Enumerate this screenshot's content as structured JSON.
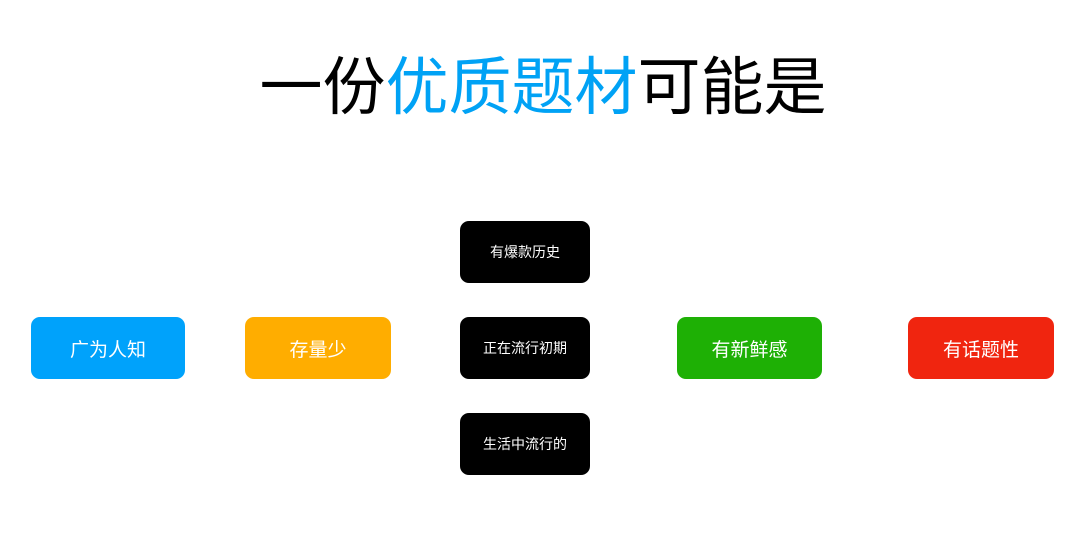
{
  "title": {
    "prefix": "一份",
    "highlight": "优质题材",
    "suffix": "可能是",
    "highlight_color": "#00a2f5"
  },
  "boxes": [
    {
      "label": "广为人知",
      "color": "#00a2fb"
    },
    {
      "label": "存量少",
      "color": "#ffad00"
    },
    {
      "label": "有爆款历史",
      "color": "#000000"
    },
    {
      "label": "正在流行初期",
      "color": "#000000"
    },
    {
      "label": "生活中流行的",
      "color": "#000000"
    },
    {
      "label": "有新鲜感",
      "color": "#1eb005"
    },
    {
      "label": "有话题性",
      "color": "#f0250f"
    }
  ]
}
